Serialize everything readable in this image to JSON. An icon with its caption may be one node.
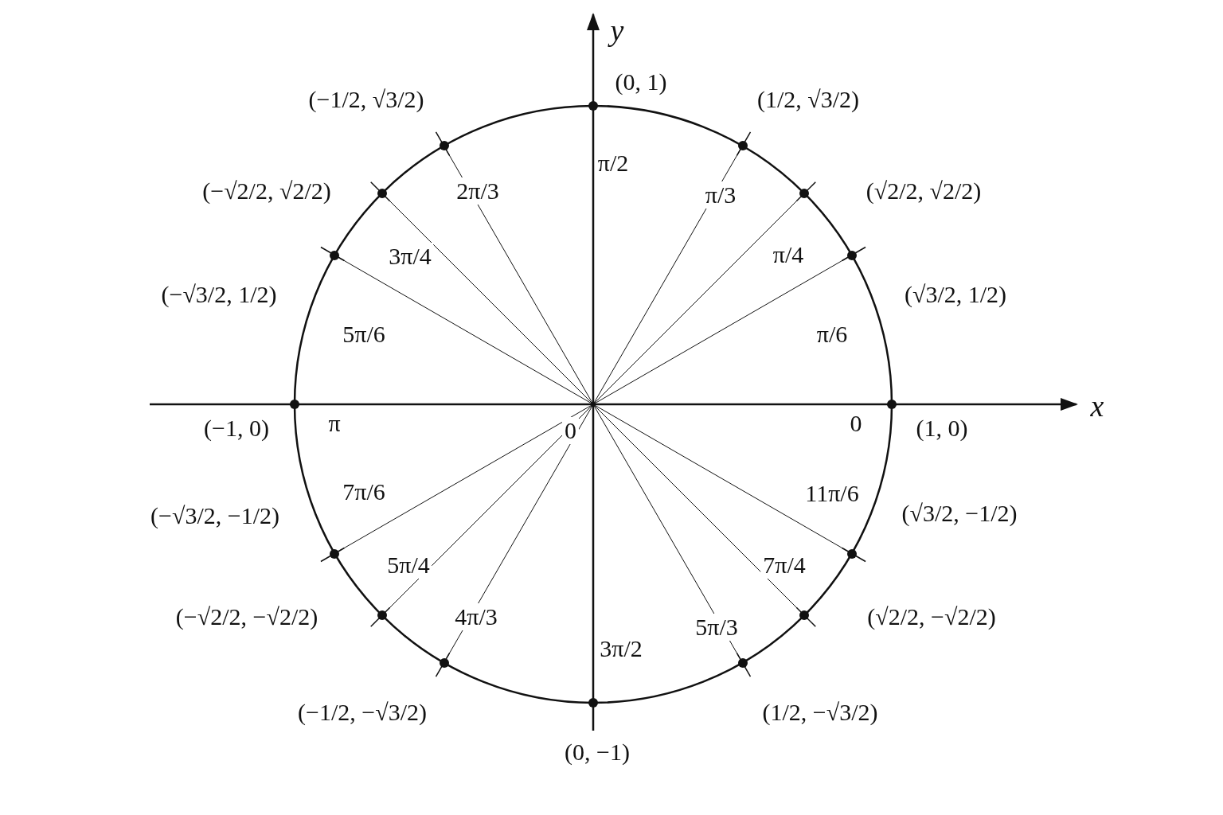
{
  "diagram": {
    "nodes": [
      {
        "text": [
          "0"
        ]
      },
      {
        "text": [
          "(1, 0)"
        ],
        "beside": [
          "0"
        ]
      },
      {
        "text": [
          "(√3/2, 1/2)"
        ]
      },
      {
        "text": [
          "(√2/2, √2/2)"
        ]
      },
      {
        "text": [
          "(1/2, √3/2)"
        ]
      },
      {
        "text": [
          "(0, 1)"
        ],
        "beside": [
          "π/2"
        ]
      },
      {
        "text": [
          "(−1/2, √3/2)"
        ]
      },
      {
        "text": [
          "(−√2/2, √2/2)"
        ]
      },
      {
        "text": [
          "(−√3/2, 1/2)"
        ]
      },
      {
        "text": [
          "(−1, 0)"
        ],
        "beside": [
          "π"
        ]
      },
      {
        "text": [
          "(−√3/2, −1/2)"
        ]
      },
      {
        "text": [
          "(−√2/2, −√2/2)"
        ]
      },
      {
        "text": [
          "(−1/2, −√3/2)"
        ]
      },
      {
        "text": [
          "(0, −1)"
        ],
        "beside": [
          "3π/2"
        ]
      },
      {
        "text": [
          "(1/2, −√3/2)"
        ]
      },
      {
        "text": [
          "(√2/2, −√2/2)"
        ]
      },
      {
        "text": [
          "(√3/2, −1/2)"
        ]
      }
    ],
    "edges": [
      {
        "from": 0,
        "to": 2,
        "arrow": "none",
        "label": "π/6"
      },
      {
        "from": 0,
        "to": 3,
        "arrow": "none",
        "label": "π/4"
      },
      {
        "from": 0,
        "to": 4,
        "arrow": "none",
        "label": "π/3"
      },
      {
        "from": 0,
        "to": 6,
        "arrow": "none",
        "label": "2π/3"
      },
      {
        "from": 0,
        "to": 7,
        "arrow": "none",
        "label": "3π/4"
      },
      {
        "from": 0,
        "to": 8,
        "arrow": "none",
        "label": "5π/6"
      },
      {
        "from": 0,
        "to": 10,
        "arrow": "none",
        "label": "7π/6"
      },
      {
        "from": 0,
        "to": 11,
        "arrow": "none",
        "label": "5π/4"
      },
      {
        "from": 0,
        "to": 12,
        "arrow": "none",
        "label": "4π/3"
      },
      {
        "from": 0,
        "to": 14,
        "arrow": "none",
        "label": "5π/3"
      },
      {
        "from": 0,
        "to": 15,
        "arrow": "none",
        "label": "7π/4"
      },
      {
        "from": 0,
        "to": 16,
        "arrow": "none",
        "label": "11π/6"
      }
    ],
    "labels": [
      "y",
      "x"
    ]
  }
}
